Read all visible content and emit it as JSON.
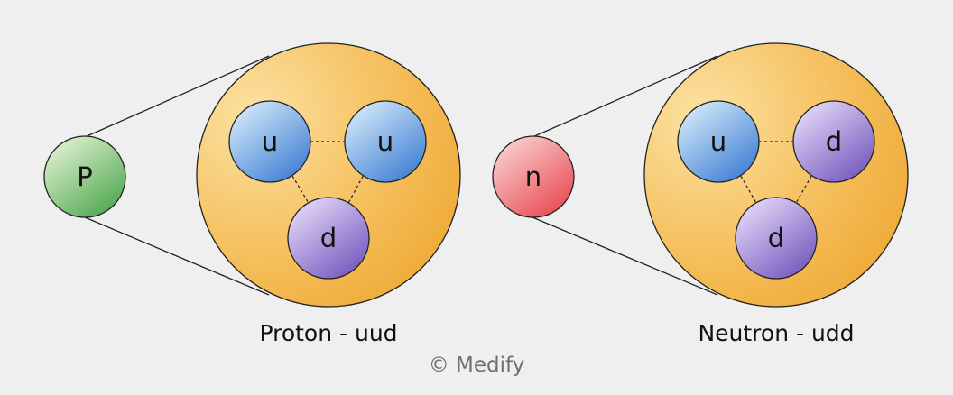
{
  "proton": {
    "particle_letter": "P",
    "quarks": [
      "u",
      "u",
      "d"
    ],
    "caption": "Proton - uud"
  },
  "neutron": {
    "particle_letter": "n",
    "quarks": [
      "u",
      "d",
      "d"
    ],
    "caption": "Neutron - udd"
  },
  "credit": "© Medify",
  "colors": {
    "background": "#efefef",
    "proton": "#5bb35b",
    "neutron": "#ea5a5f",
    "up_quark": "#5a95da",
    "down_quark": "#8a6fcc",
    "nucleon_fill": "#f2b443"
  }
}
